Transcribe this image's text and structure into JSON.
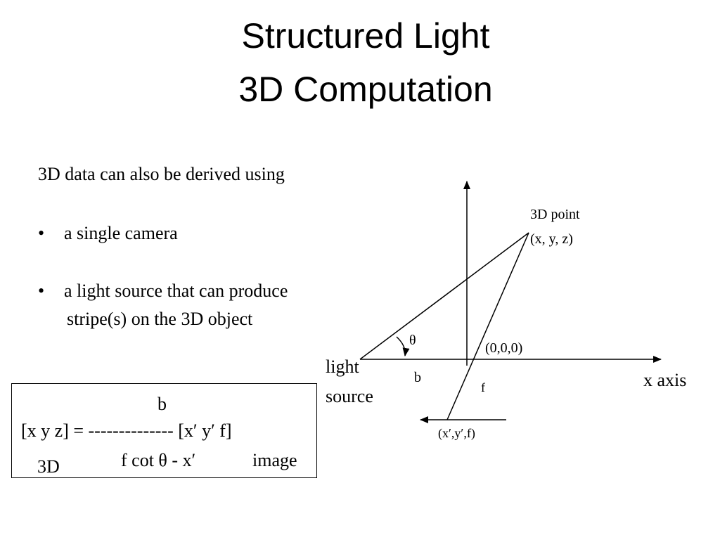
{
  "title": {
    "line1": "Structured Light",
    "line2": "3D Computation"
  },
  "intro": {
    "lead": "3D data can also be derived using",
    "bullet_char": "•",
    "bullet1": "a single camera",
    "bullet2_line1": "a light source that can produce",
    "bullet2_line2": "stripe(s) on  the 3D object"
  },
  "diagram": {
    "point_label": "3D point",
    "point_coords": "(x, y, z)",
    "theta": "θ",
    "origin": "(0,0,0)",
    "light_label1": "light",
    "light_label2": "source",
    "b_label": "b",
    "f_label": "f",
    "x_axis_label": "x axis",
    "image_point": "(x′,y′,f)"
  },
  "formula": {
    "numerator": "b",
    "lhs": "[x y z] = -------------- [x′ y′ f]",
    "denominator": "f cot θ - x′",
    "image_label": "image",
    "label_3d": "3D"
  }
}
